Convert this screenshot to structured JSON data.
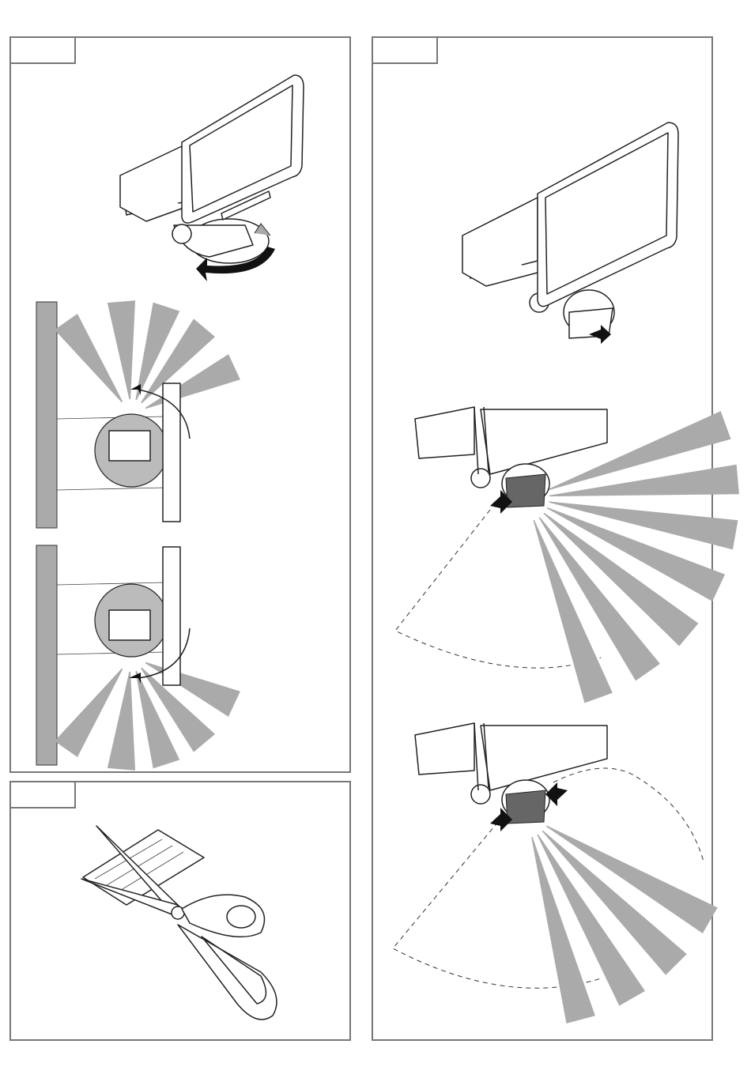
{
  "panels": [
    {
      "id": "rotate-adjust",
      "label": ""
    },
    {
      "id": "cut-strip",
      "label": ""
    },
    {
      "id": "shutter-adjust",
      "label": ""
    }
  ],
  "colors": {
    "frame": "#777777",
    "ray": "#aaaaaa",
    "wall": "#aaaaaa",
    "line": "#222222"
  }
}
